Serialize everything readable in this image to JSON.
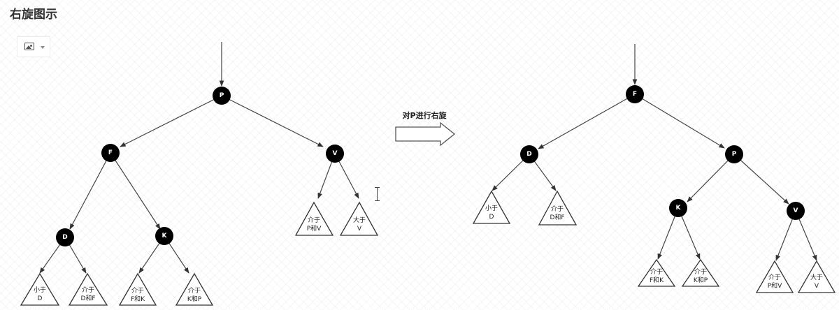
{
  "page": {
    "title": "右旋图示"
  },
  "toolbar": {
    "image_button_icon": "image-icon",
    "dropdown_icon": "caret-down-icon"
  },
  "operation": {
    "label": "对P进行右旋"
  },
  "before_tree": {
    "nodes": {
      "P": "P",
      "F": "F",
      "V": "V",
      "D": "D",
      "K": "K"
    },
    "subtrees": [
      {
        "line1": "小于",
        "line2": "D"
      },
      {
        "line1": "介于",
        "line2": "D和F"
      },
      {
        "line1": "介于",
        "line2": "F和K"
      },
      {
        "line1": "介于",
        "line2": "K和P"
      },
      {
        "line1": "介于",
        "line2": "P和V"
      },
      {
        "line1": "大于",
        "line2": "V"
      }
    ]
  },
  "after_tree": {
    "nodes": {
      "F": "F",
      "D": "D",
      "P": "P",
      "K": "K",
      "V": "V"
    },
    "subtrees": [
      {
        "line1": "小于",
        "line2": "D"
      },
      {
        "line1": "介于",
        "line2": "D和F"
      },
      {
        "line1": "介于",
        "line2": "F和K"
      },
      {
        "line1": "介于",
        "line2": "K和P"
      },
      {
        "line1": "介于",
        "line2": "P和V"
      },
      {
        "line1": "大于",
        "line2": "V"
      }
    ]
  }
}
